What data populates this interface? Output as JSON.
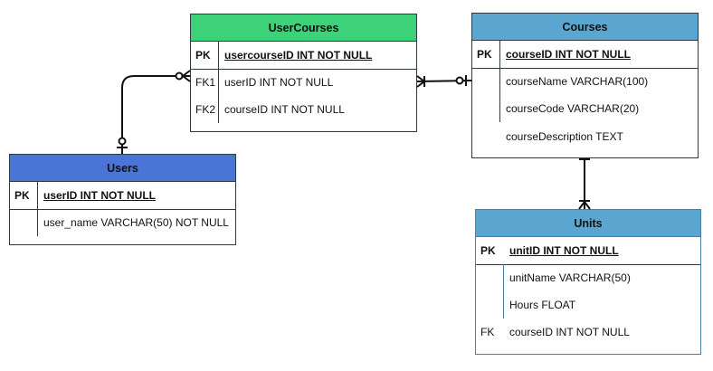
{
  "tables": {
    "user_courses": {
      "title": "UserCourses",
      "header_color": "#3dd17a",
      "rows": [
        {
          "key": "PK",
          "field": "usercourseID INT NOT NULL"
        },
        {
          "key": "FK1",
          "field": "userID INT NOT NULL"
        },
        {
          "key": "FK2",
          "field": "courseID INT NOT NULL"
        }
      ]
    },
    "courses": {
      "title": "Courses",
      "header_color": "#5ba6d0",
      "rows": [
        {
          "key": "PK",
          "field": "courseID INT NOT NULL"
        },
        {
          "key": "",
          "field": "courseName VARCHAR(100)"
        },
        {
          "key": "",
          "field": "courseCode VARCHAR(20)"
        },
        {
          "key": "",
          "field": "courseDescription TEXT"
        }
      ]
    },
    "users": {
      "title": "Users",
      "header_color": "#4a74d6",
      "rows": [
        {
          "key": "PK",
          "field": "userID INT NOT NULL"
        },
        {
          "key": "",
          "field": "user_name VARCHAR(50) NOT NULL"
        }
      ]
    },
    "units": {
      "title": "Units",
      "header_color": "#5ba6d0",
      "rows": [
        {
          "key": "PK",
          "field": "unitID INT NOT NULL"
        },
        {
          "key": "",
          "field": "unitName VARCHAR(50)"
        },
        {
          "key": "",
          "field": "Hours FLOAT"
        },
        {
          "key": "FK",
          "field": "courseID INT NOT NULL"
        }
      ]
    }
  },
  "relationships": [
    {
      "from": "users",
      "to": "user_courses",
      "from_end": "one-mandatory",
      "to_end": "zero-or-many"
    },
    {
      "from": "user_courses",
      "to": "courses",
      "from_end": "one-or-many",
      "to_end": "zero-or-one"
    },
    {
      "from": "courses",
      "to": "units",
      "from_end": "one-mandatory",
      "to_end": "one-or-many"
    }
  ],
  "colors": {
    "border": "#2e3a44",
    "line": "#111111"
  }
}
